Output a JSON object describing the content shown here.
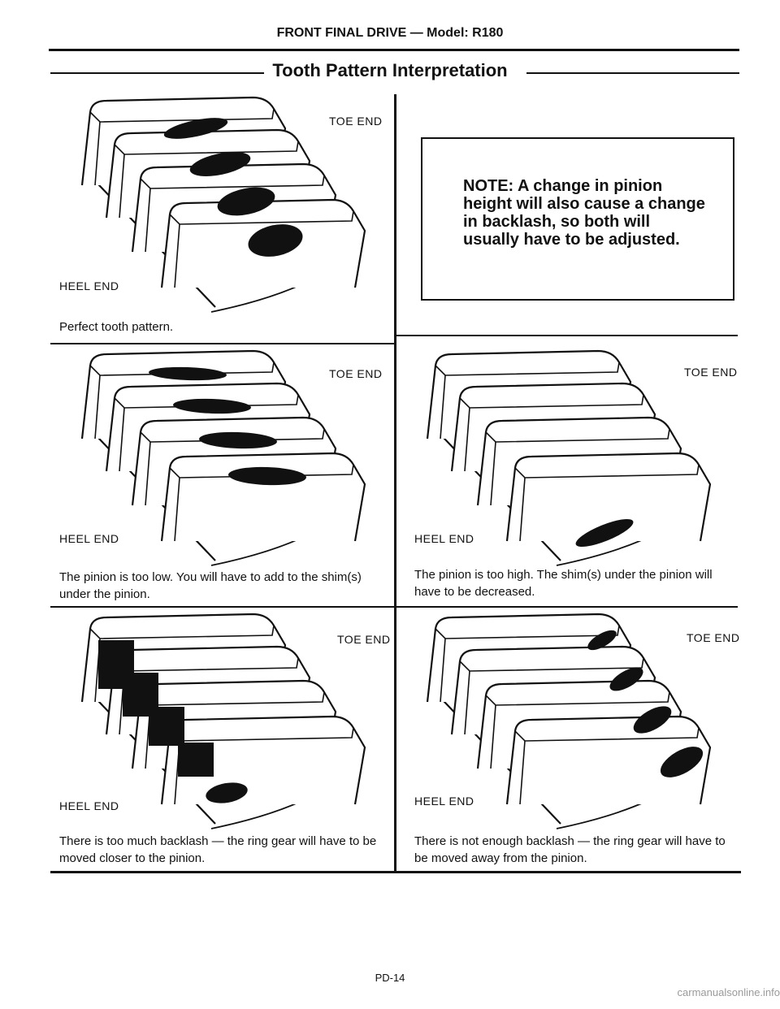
{
  "header": {
    "title": "FRONT FINAL DRIVE — Model: R180"
  },
  "section": {
    "title": "Tooth Pattern Interpretation"
  },
  "note": {
    "text": "NOTE: A change in pinion height will also cause a change in backlash, so both will usually have to be adjusted."
  },
  "labels": {
    "toe": "TOE END",
    "heel": "HEEL END"
  },
  "patterns": [
    {
      "id": "perfect",
      "caption": "Perfect tooth pattern."
    },
    {
      "id": "too-low",
      "caption": "The pinion is too low. You will have to add to the shim(s) under the pinion."
    },
    {
      "id": "too-high",
      "caption": "The pinion is too high. The shim(s) under the pinion will have to be decreased."
    },
    {
      "id": "too-much-backlash",
      "caption": "There is too much backlash — the ring gear will have to be moved closer to the pinion."
    },
    {
      "id": "not-enough-backlash",
      "caption": "There is not enough backlash — the ring gear will have to be moved away from the pinion."
    }
  ],
  "footer": {
    "page": "PD-14"
  },
  "watermark": {
    "text": "carmanualsonline.info"
  }
}
